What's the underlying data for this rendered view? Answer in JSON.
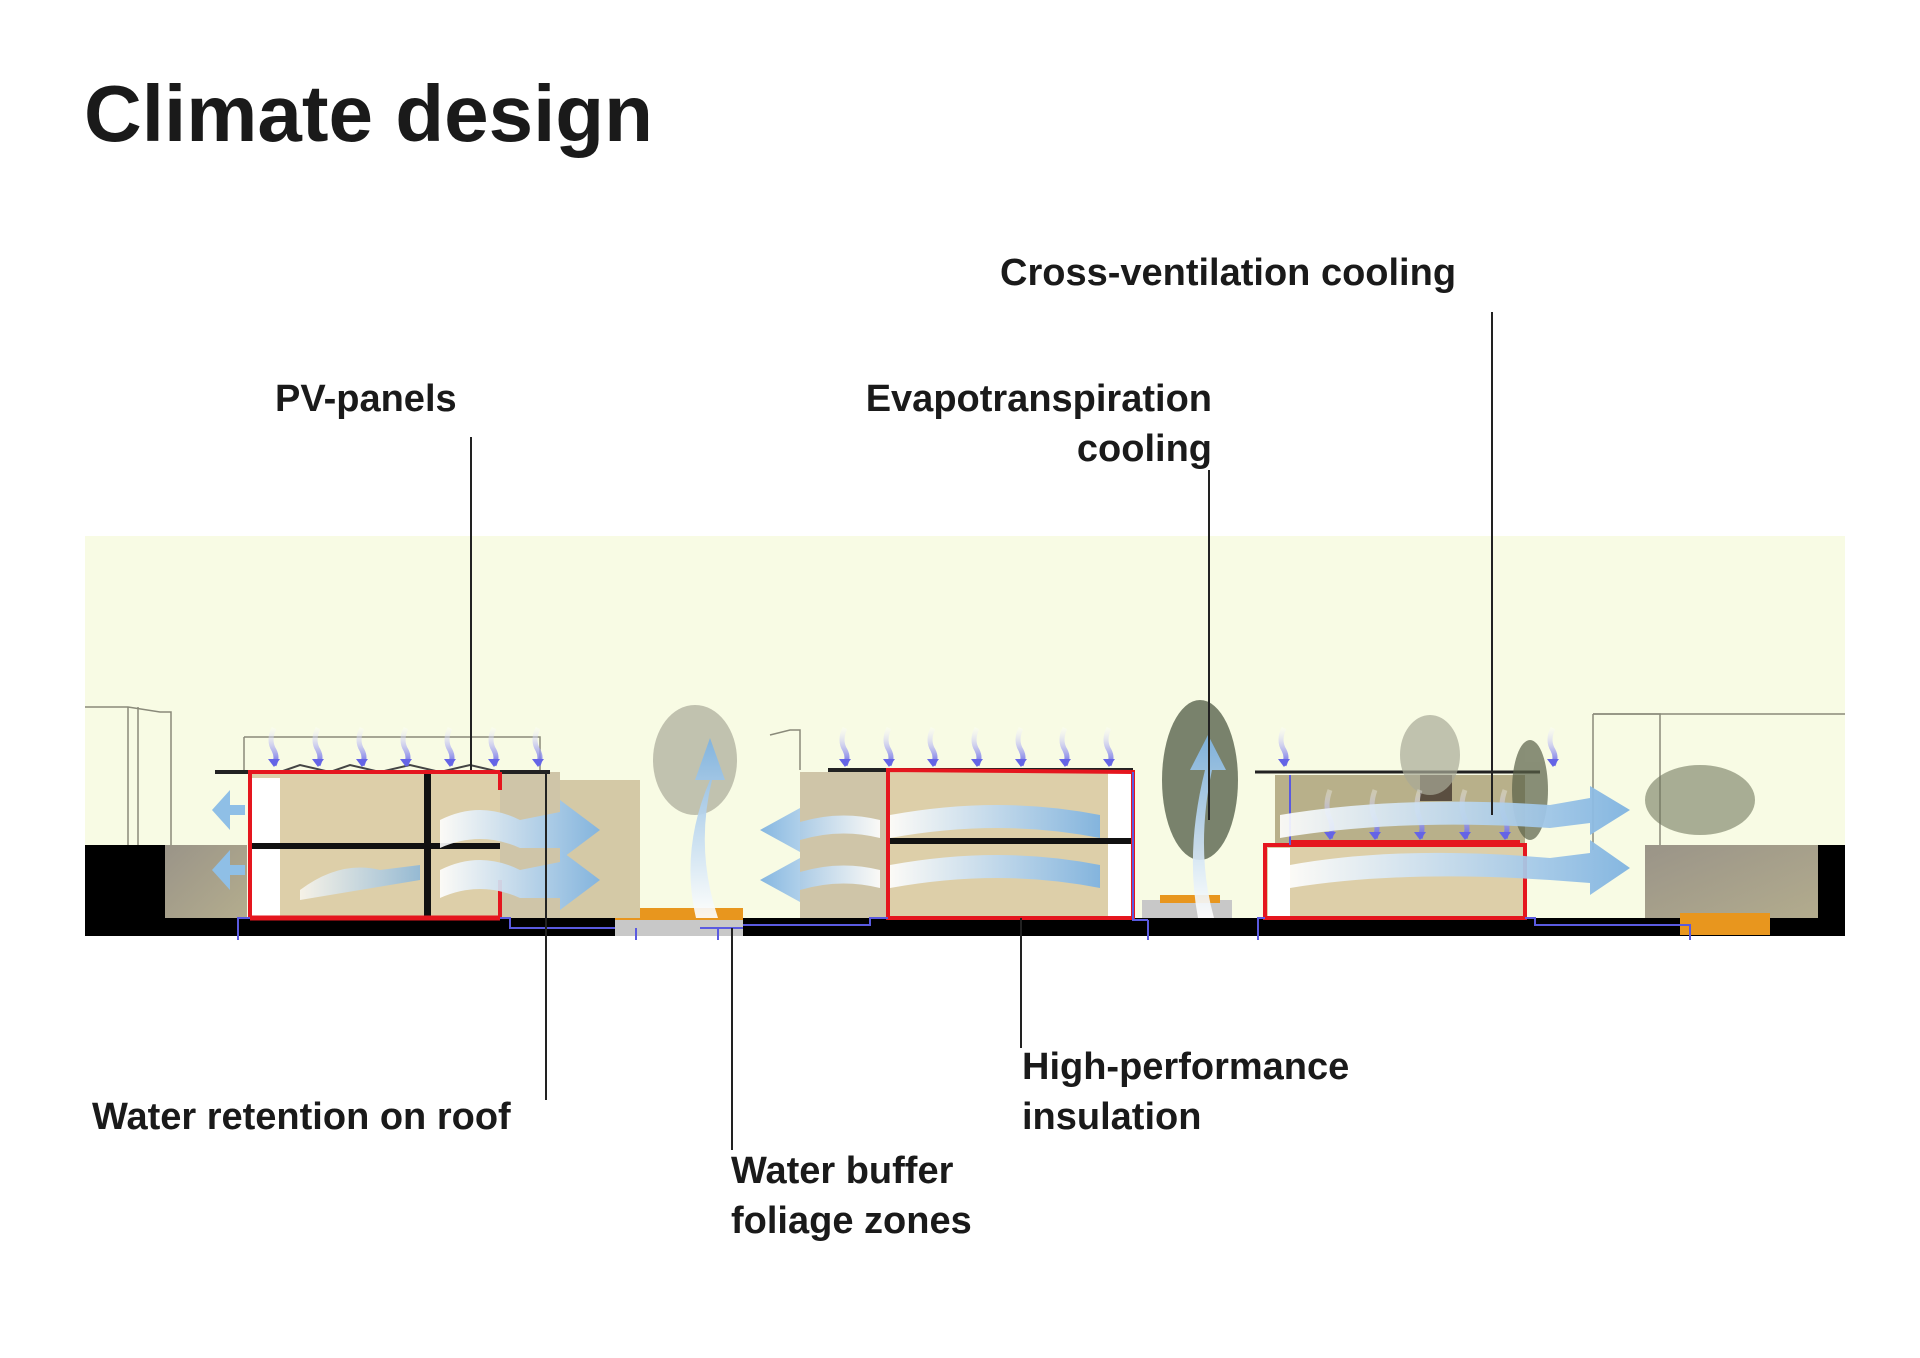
{
  "title": "Climate design",
  "labels": {
    "pv_panels": "PV-panels",
    "cross_ventilation": "Cross-ventilation cooling",
    "evapotranspiration_line1": "Evapotranspiration",
    "evapotranspiration_line2": "cooling",
    "water_retention": "Water retention on roof",
    "water_buffer_line1": "Water buffer",
    "water_buffer_line2": "foliage zones",
    "insulation_line1": "High-performance",
    "insulation_line2": "insulation"
  },
  "colors": {
    "sky": "#f8fbe4",
    "insulation": "#e5161e",
    "drainage": "#5a5ae0",
    "airflow": "#8fbfe6",
    "interior": "#ddcfa9",
    "ground": "#000000",
    "water_buffer": "#e8961e"
  }
}
